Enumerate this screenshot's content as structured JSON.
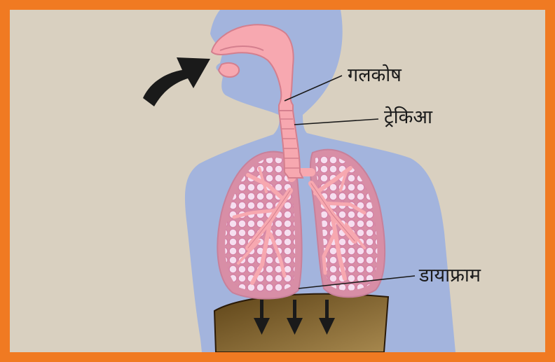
{
  "labels": {
    "pharynx": "गलकोष",
    "trachea": "ट्रेकिआ",
    "diaphragm": "डायाफ्राम"
  },
  "colors": {
    "frame": "#f07a22",
    "background": "#d9d0c0",
    "body": "#a3b4dd",
    "lung": "#d88ea6",
    "airway": "#f7a8b0",
    "alveoli": "#f6dff0",
    "diaphragm": "#7a5b2a",
    "arrow": "#1a1a1a"
  },
  "icons": {
    "inhale_arrow": "curved-arrow-icon",
    "diaphragm_arrows": "arrow-down-icon"
  }
}
